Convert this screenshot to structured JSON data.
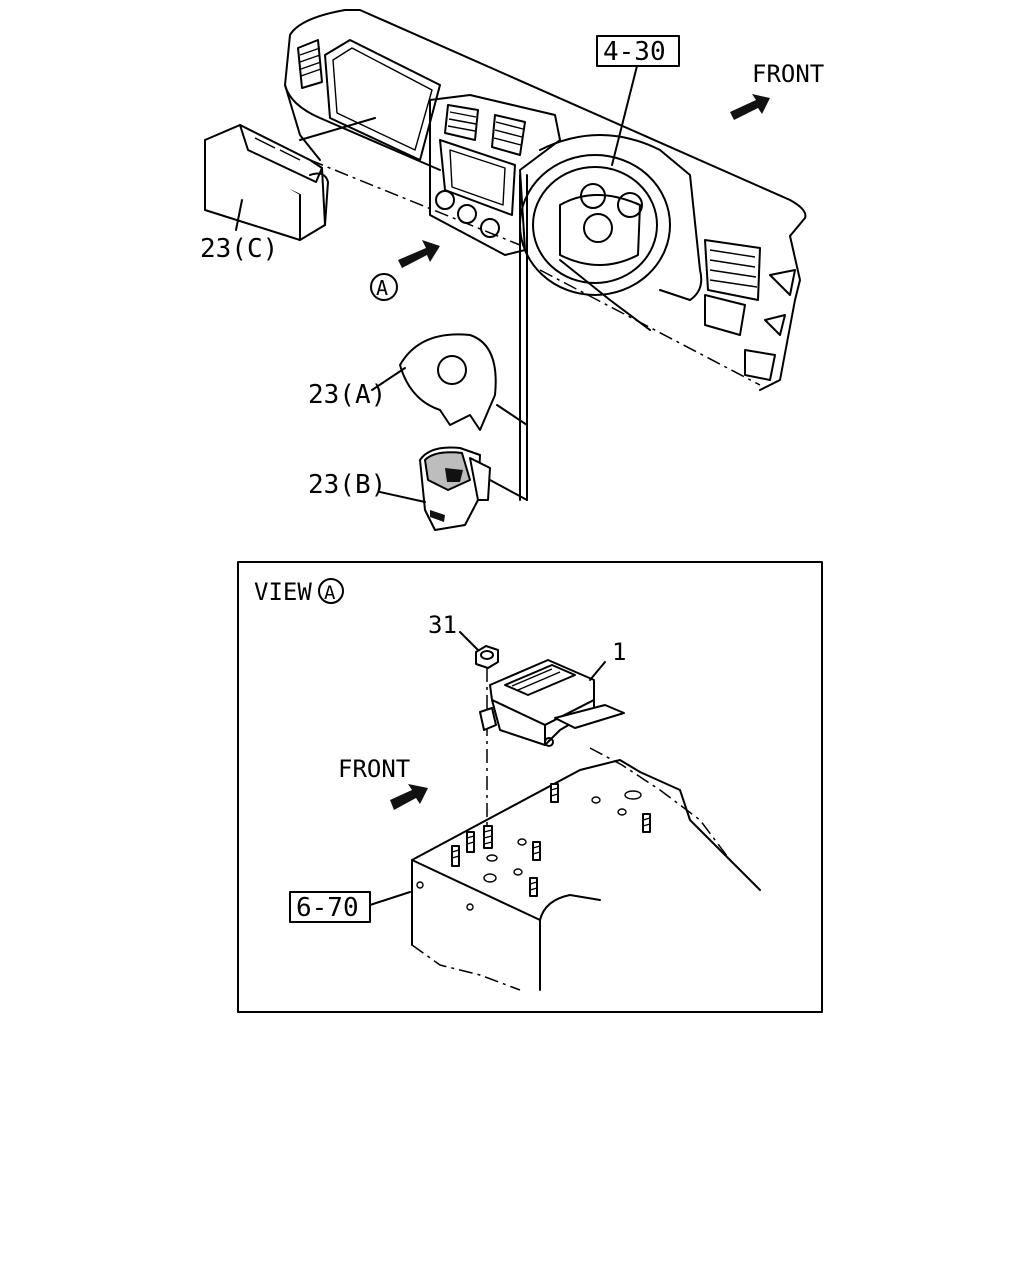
{
  "labels": {
    "front_top": "FRONT",
    "front_bottom": "FRONT",
    "view": "VIEW",
    "circle_a_top": "A",
    "circle_a_view": "A",
    "part_23c": "23(C)",
    "part_23a": "23(A)",
    "part_23b": "23(B)",
    "part_31": "31",
    "part_1": "1",
    "ref_4_30": "4-30",
    "ref_6_70": "6-70"
  },
  "colors": {
    "line": "#000000",
    "background": "#ffffff",
    "shade": "#bdbdbd"
  },
  "icons": {
    "front_arrow": "arrow-icon",
    "view_marker": "circle-letter-icon"
  }
}
